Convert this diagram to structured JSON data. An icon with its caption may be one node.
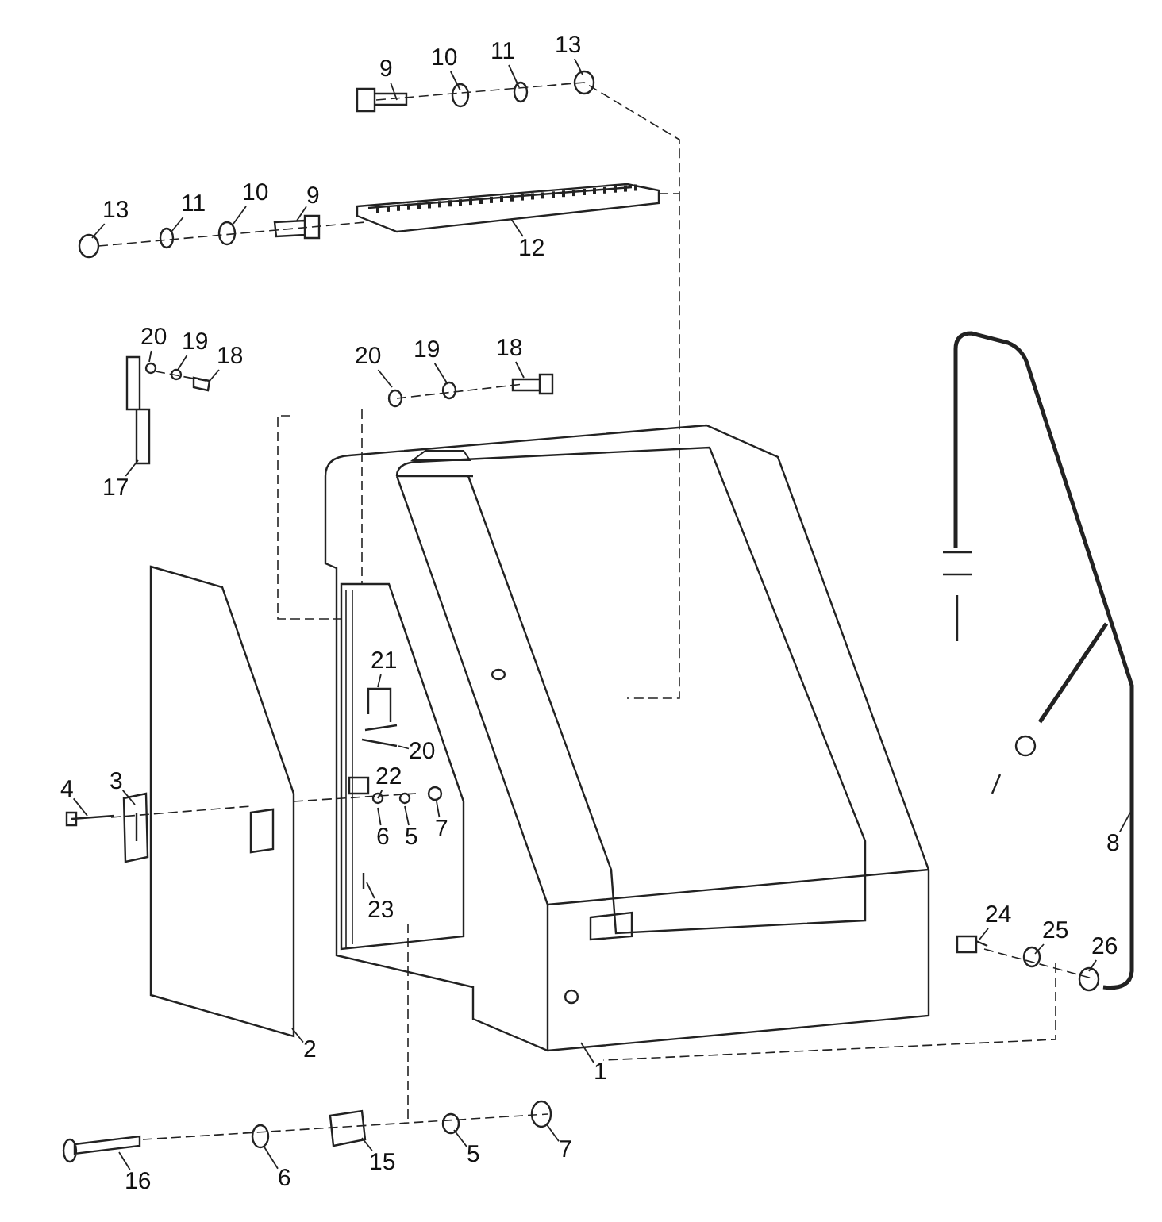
{
  "diagram": {
    "nodes": [
      {
        "text": [
          "9"
        ]
      },
      {
        "text": [
          "10"
        ]
      },
      {
        "text": [
          "11"
        ]
      },
      {
        "text": [
          "13"
        ]
      },
      {
        "text": [
          "13"
        ]
      },
      {
        "text": [
          "11"
        ]
      },
      {
        "text": [
          "10"
        ]
      },
      {
        "text": [
          "9"
        ]
      },
      {
        "text": [
          "12"
        ]
      },
      {
        "text": [
          "20"
        ]
      },
      {
        "text": [
          "19"
        ]
      },
      {
        "text": [
          "18"
        ]
      },
      {
        "text": [
          "20"
        ]
      },
      {
        "text": [
          "19"
        ]
      },
      {
        "text": [
          "18"
        ]
      },
      {
        "text": [
          "17"
        ]
      },
      {
        "text": [
          "21"
        ]
      },
      {
        "text": [
          "20"
        ]
      },
      {
        "text": [
          "4"
        ]
      },
      {
        "text": [
          "3"
        ]
      },
      {
        "text": [
          "22"
        ]
      },
      {
        "text": [
          "6"
        ]
      },
      {
        "text": [
          "5"
        ]
      },
      {
        "text": [
          "7"
        ]
      },
      {
        "text": [
          "8"
        ]
      },
      {
        "text": [
          "23"
        ]
      },
      {
        "text": [
          "24"
        ]
      },
      {
        "text": [
          "25"
        ]
      },
      {
        "text": [
          "26"
        ]
      },
      {
        "text": [
          "2"
        ]
      },
      {
        "text": [
          "1"
        ]
      },
      {
        "text": [
          "15"
        ]
      },
      {
        "text": [
          "5"
        ]
      },
      {
        "text": [
          "7"
        ]
      },
      {
        "text": [
          "6"
        ]
      },
      {
        "text": [
          "16"
        ]
      }
    ],
    "edges": [
      {
        "from": 0,
        "to": null,
        "arrow": "none"
      },
      {
        "from": 1,
        "to": null,
        "arrow": "none"
      },
      {
        "from": 2,
        "to": null,
        "arrow": "none"
      },
      {
        "from": 3,
        "to": null,
        "arrow": "none"
      },
      {
        "from": 4,
        "to": null,
        "arrow": "none"
      },
      {
        "from": 5,
        "to": null,
        "arrow": "none"
      },
      {
        "from": 6,
        "to": null,
        "arrow": "none"
      },
      {
        "from": 7,
        "to": null,
        "arrow": "none"
      },
      {
        "from": 8,
        "to": null,
        "arrow": "none"
      },
      {
        "from": 9,
        "to": null,
        "arrow": "none"
      },
      {
        "from": 10,
        "to": null,
        "arrow": "none"
      },
      {
        "from": 11,
        "to": null,
        "arrow": "none"
      },
      {
        "from": 12,
        "to": null,
        "arrow": "none"
      },
      {
        "from": 13,
        "to": null,
        "arrow": "none"
      },
      {
        "from": 14,
        "to": null,
        "arrow": "none"
      },
      {
        "from": 15,
        "to": null,
        "arrow": "none"
      },
      {
        "from": 16,
        "to": null,
        "arrow": "none"
      },
      {
        "from": 17,
        "to": null,
        "arrow": "none"
      },
      {
        "from": 18,
        "to": null,
        "arrow": "none"
      },
      {
        "from": 19,
        "to": null,
        "arrow": "none"
      },
      {
        "from": 20,
        "to": null,
        "arrow": "none"
      },
      {
        "from": 21,
        "to": null,
        "arrow": "none"
      },
      {
        "from": 22,
        "to": null,
        "arrow": "none"
      },
      {
        "from": 23,
        "to": null,
        "arrow": "none"
      },
      {
        "from": 24,
        "to": null,
        "arrow": "none"
      },
      {
        "from": 25,
        "to": null,
        "arrow": "none"
      },
      {
        "from": 26,
        "to": null,
        "arrow": "none"
      },
      {
        "from": 27,
        "to": null,
        "arrow": "none"
      },
      {
        "from": 28,
        "to": null,
        "arrow": "none"
      },
      {
        "from": 29,
        "to": null,
        "arrow": "none"
      },
      {
        "from": 30,
        "to": null,
        "arrow": "none"
      },
      {
        "from": 31,
        "to": null,
        "arrow": "none"
      },
      {
        "from": 32,
        "to": null,
        "arrow": "none"
      },
      {
        "from": 33,
        "to": null,
        "arrow": "none"
      },
      {
        "from": 34,
        "to": null,
        "arrow": "none"
      },
      {
        "from": 35,
        "to": null,
        "arrow": "none"
      }
    ]
  }
}
